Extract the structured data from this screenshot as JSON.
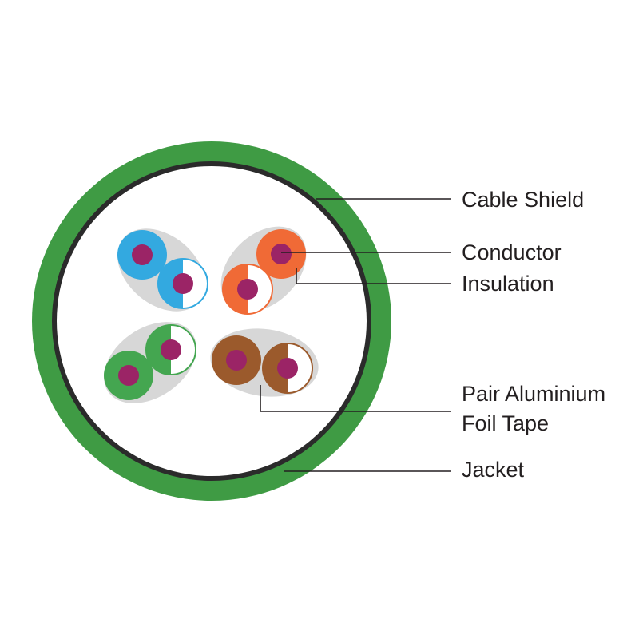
{
  "labels": {
    "cable_shield": "Cable Shield",
    "conductor": "Conductor",
    "insulation": "Insulation",
    "foil_tape_line1": "Pair Aluminium",
    "foil_tape_line2": "Foil Tape",
    "jacket": "Jacket"
  },
  "colors": {
    "jacket": "#3f9b44",
    "shield": "#2b2b2b",
    "core_fill": "#ffffff",
    "foil_tape": "#d7d7d7",
    "conductor": "#9b2466",
    "blue": "#33a9e0",
    "orange": "#f06a36",
    "green": "#44a650",
    "brown": "#9b5a2c",
    "stripe_white": "#ffffff",
    "leader": "#231f20"
  },
  "pairs": [
    {
      "name": "blue-pair",
      "color": "blue"
    },
    {
      "name": "orange-pair",
      "color": "orange"
    },
    {
      "name": "green-pair",
      "color": "green"
    },
    {
      "name": "brown-pair",
      "color": "brown"
    }
  ]
}
